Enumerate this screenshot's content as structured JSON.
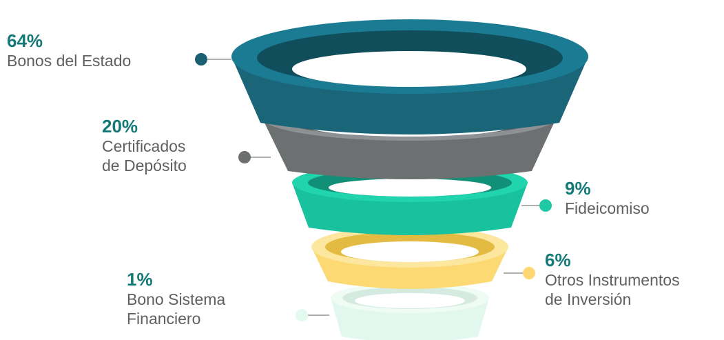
{
  "segments": [
    {
      "percent": "64%",
      "name": "Bonos del Estado",
      "value": 64,
      "color": "#1b6d82"
    },
    {
      "percent": "20%",
      "name_lines": [
        "Certificados",
        "de Depósito"
      ],
      "value": 20,
      "color": "#6c6f70"
    },
    {
      "percent": "9%",
      "name": "Fideicomiso",
      "value": 9,
      "color": "#1ec9a4"
    },
    {
      "percent": "6%",
      "name_lines": [
        "Otros Instrumentos",
        "de Inversión"
      ],
      "value": 6,
      "color": "#fde08c"
    },
    {
      "percent": "1%",
      "name_lines": [
        "Bono Sistema",
        "Financiero"
      ],
      "value": 1,
      "color": "#e3faf0"
    }
  ]
}
